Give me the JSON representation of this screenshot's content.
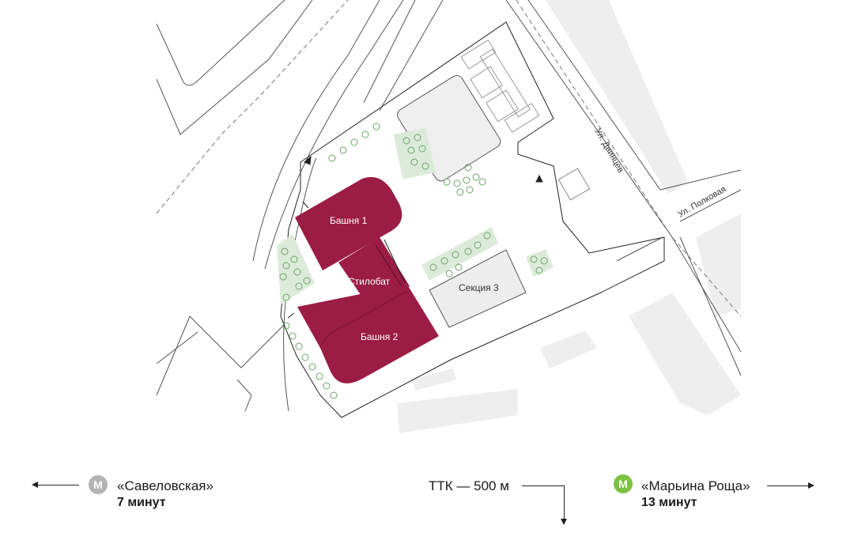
{
  "map": {
    "buildings": {
      "tower1": "Башня 1",
      "stylobate": "Стилобат",
      "tower2": "Башня 2",
      "section3": "Секция 3"
    },
    "streets": {
      "dvintsev": "Ул. Двинцев",
      "polkovaya": "Ул. Полковая"
    },
    "colors": {
      "building": "#9b1d43",
      "greenery": "#dcebd9",
      "road_line": "#555555",
      "ghost_building": "#eeeeee"
    }
  },
  "legend": {
    "left": {
      "badge": "М",
      "name": "«Савеловская»",
      "time": "7 минут",
      "badge_color": "#b3b3b3"
    },
    "center": {
      "text": "ТТК — 500 м"
    },
    "right": {
      "badge": "М",
      "name": "«Марьина Роща»",
      "time": "13 минут",
      "badge_color": "#7cc242"
    }
  }
}
